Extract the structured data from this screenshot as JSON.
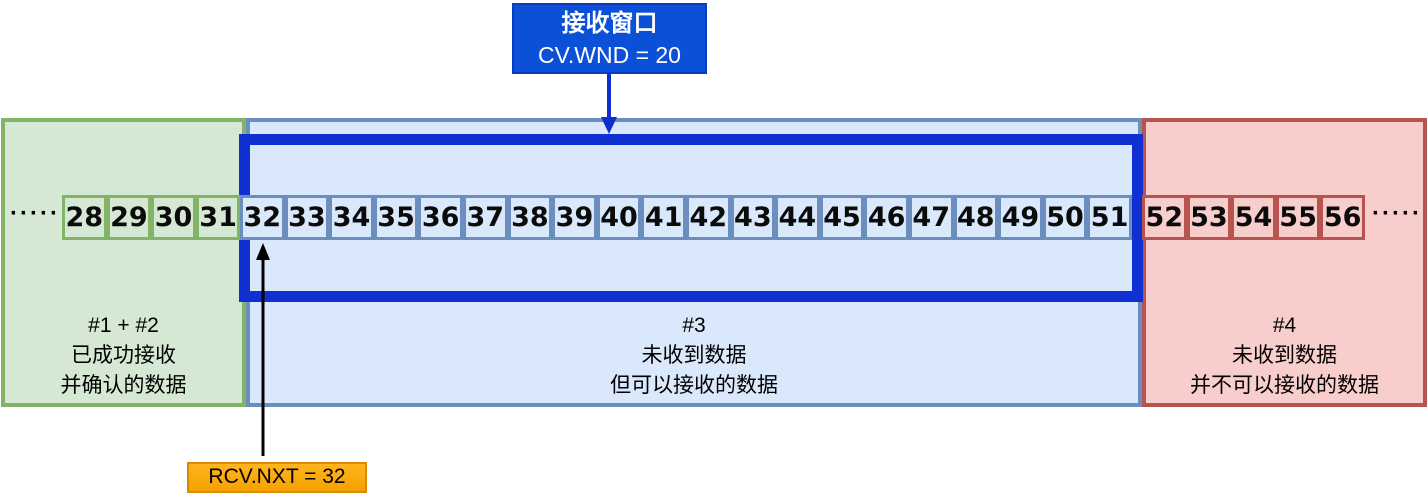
{
  "diagram": {
    "window_label": {
      "title": "接收窗口",
      "value": "CV.WND = 20"
    },
    "pointer_label": "RCV.NXT = 32",
    "left_ellipsis": "·····",
    "right_ellipsis": "·····",
    "segments": {
      "acked": {
        "cells": [
          "28",
          "29",
          "30",
          "31"
        ],
        "caption_lines": [
          "#1 + #2",
          "已成功接收",
          "并确认的数据"
        ]
      },
      "window": {
        "cells": [
          "32",
          "33",
          "34",
          "35",
          "36",
          "37",
          "38",
          "39",
          "40",
          "41",
          "42",
          "43",
          "44",
          "45",
          "46",
          "47",
          "48",
          "49",
          "50",
          "51"
        ],
        "caption_lines": [
          "#3",
          "未收到数据",
          "但可以接收的数据"
        ]
      },
      "beyond": {
        "cells": [
          "52",
          "53",
          "54",
          "55",
          "56"
        ],
        "caption_lines": [
          "#4",
          "未收到数据",
          "并不可以接收的数据"
        ]
      }
    },
    "colors": {
      "acked_fill": "#d5e8d4",
      "acked_border": "#82b366",
      "window_fill": "#dae8fc",
      "window_cell_border": "#6c8ebf",
      "window_frame_border": "#1130d2",
      "beyond_fill": "#f8cecc",
      "beyond_border": "#b85450",
      "window_label_bg": "#0d50d8",
      "pointer_label_bg": "#ffa81c",
      "pointer_label_border": "#d78b00"
    }
  }
}
